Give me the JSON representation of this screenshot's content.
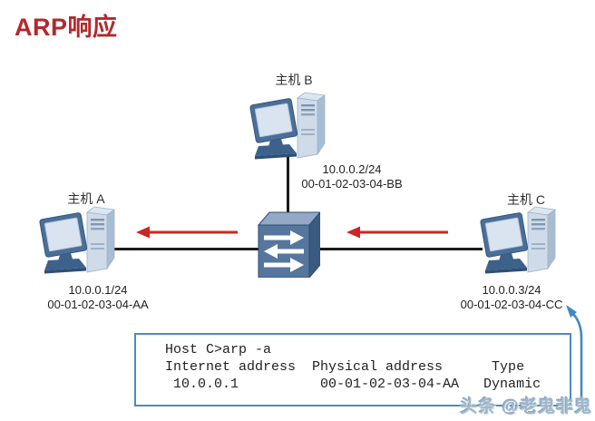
{
  "title": "ARP响应",
  "hosts": {
    "a": {
      "label": "主机 A",
      "ip": "10.0.0.1/24",
      "mac": "00-01-02-03-04-AA"
    },
    "b": {
      "label": "主机 B",
      "ip": "10.0.0.2/24",
      "mac": "00-01-02-03-04-BB"
    },
    "c": {
      "label": "主机 C",
      "ip": "10.0.0.3/24",
      "mac": "00-01-02-03-04-CC"
    }
  },
  "terminal": {
    "command": "Host C>arp -a",
    "header": "Internet address  Physical address      Type",
    "row": " 10.0.0.1          00-01-02-03-04-AA   Dynamic"
  },
  "watermark": "头条 @老鬼非鬼",
  "icons": {
    "pc": "desktop-computer-icon",
    "switch": "ethernet-switch-icon",
    "red_arrows": "arp-reply-direction-left",
    "blue_arrow": "callout-arrow-to-host-c"
  },
  "colors": {
    "title_red": "#b3282d",
    "arrow_red": "#cf2421",
    "line_black": "#1b1b1b",
    "box_border_blue": "#4a8cc0",
    "callout_blue": "#4289c2",
    "switch_front": "#56769e",
    "pc_frame_blue": "#4a6f99"
  }
}
